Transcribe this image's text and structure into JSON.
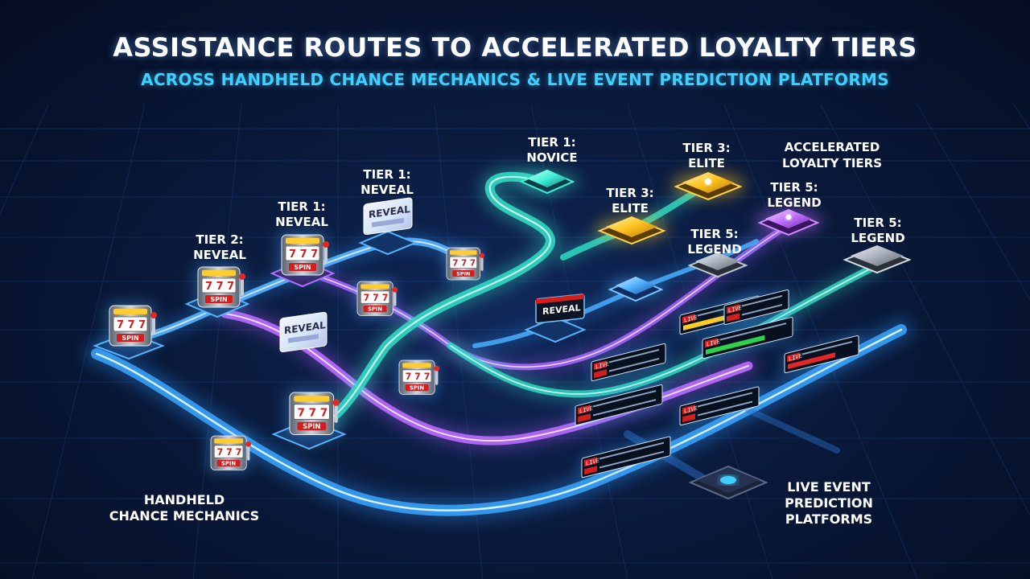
{
  "header": {
    "title": "ASSISTANCE ROUTES TO ACCELERATED LOYALTY TIERS",
    "subtitle": "ACROSS HANDHELD CHANCE MECHANICS & LIVE EVENT PREDICTION PLATFORMS"
  },
  "corners": {
    "left": [
      "HANDHELD",
      "CHANCE MECHANICS"
    ],
    "right": [
      "LIVE EVENT",
      "PREDICTION",
      "PLATFORMS"
    ]
  },
  "tier_labels": {
    "t2_neveal": [
      "TIER 2:",
      "NEVEAL"
    ],
    "t1_neveal_a": [
      "TIER 1:",
      "NEVEAL"
    ],
    "t1_neveal_b": [
      "TIER 1:",
      "NEVEAL"
    ],
    "t1_novice": [
      "TIER 1:",
      "NOVICE"
    ],
    "t3_elite_a": [
      "TIER 3:",
      "ELITE"
    ],
    "t3_elite_b": [
      "TIER 3:",
      "ELITE"
    ],
    "accelerated": [
      "ACCELERATED",
      "LOYALTY TIERS"
    ],
    "t5_legend_a": [
      "TIER 5:",
      "LEGEND"
    ],
    "t5_legend_b": [
      "TIER 5:",
      "LEGEND"
    ],
    "t5_legend_c": [
      "TIER 5:",
      "LEGEND"
    ]
  },
  "machine": {
    "reels": "777",
    "spin": "SPIN"
  },
  "ticket": {
    "reveal": "REVEAL"
  },
  "scoreboard": {
    "live": "LIVE"
  },
  "colors": {
    "blue": "#2f9bff",
    "cyan": "#3ff0d6",
    "purple": "#b05cff",
    "gold": "#ffc21e",
    "violet": "#c070ff",
    "silver": "#cfd6e0"
  }
}
